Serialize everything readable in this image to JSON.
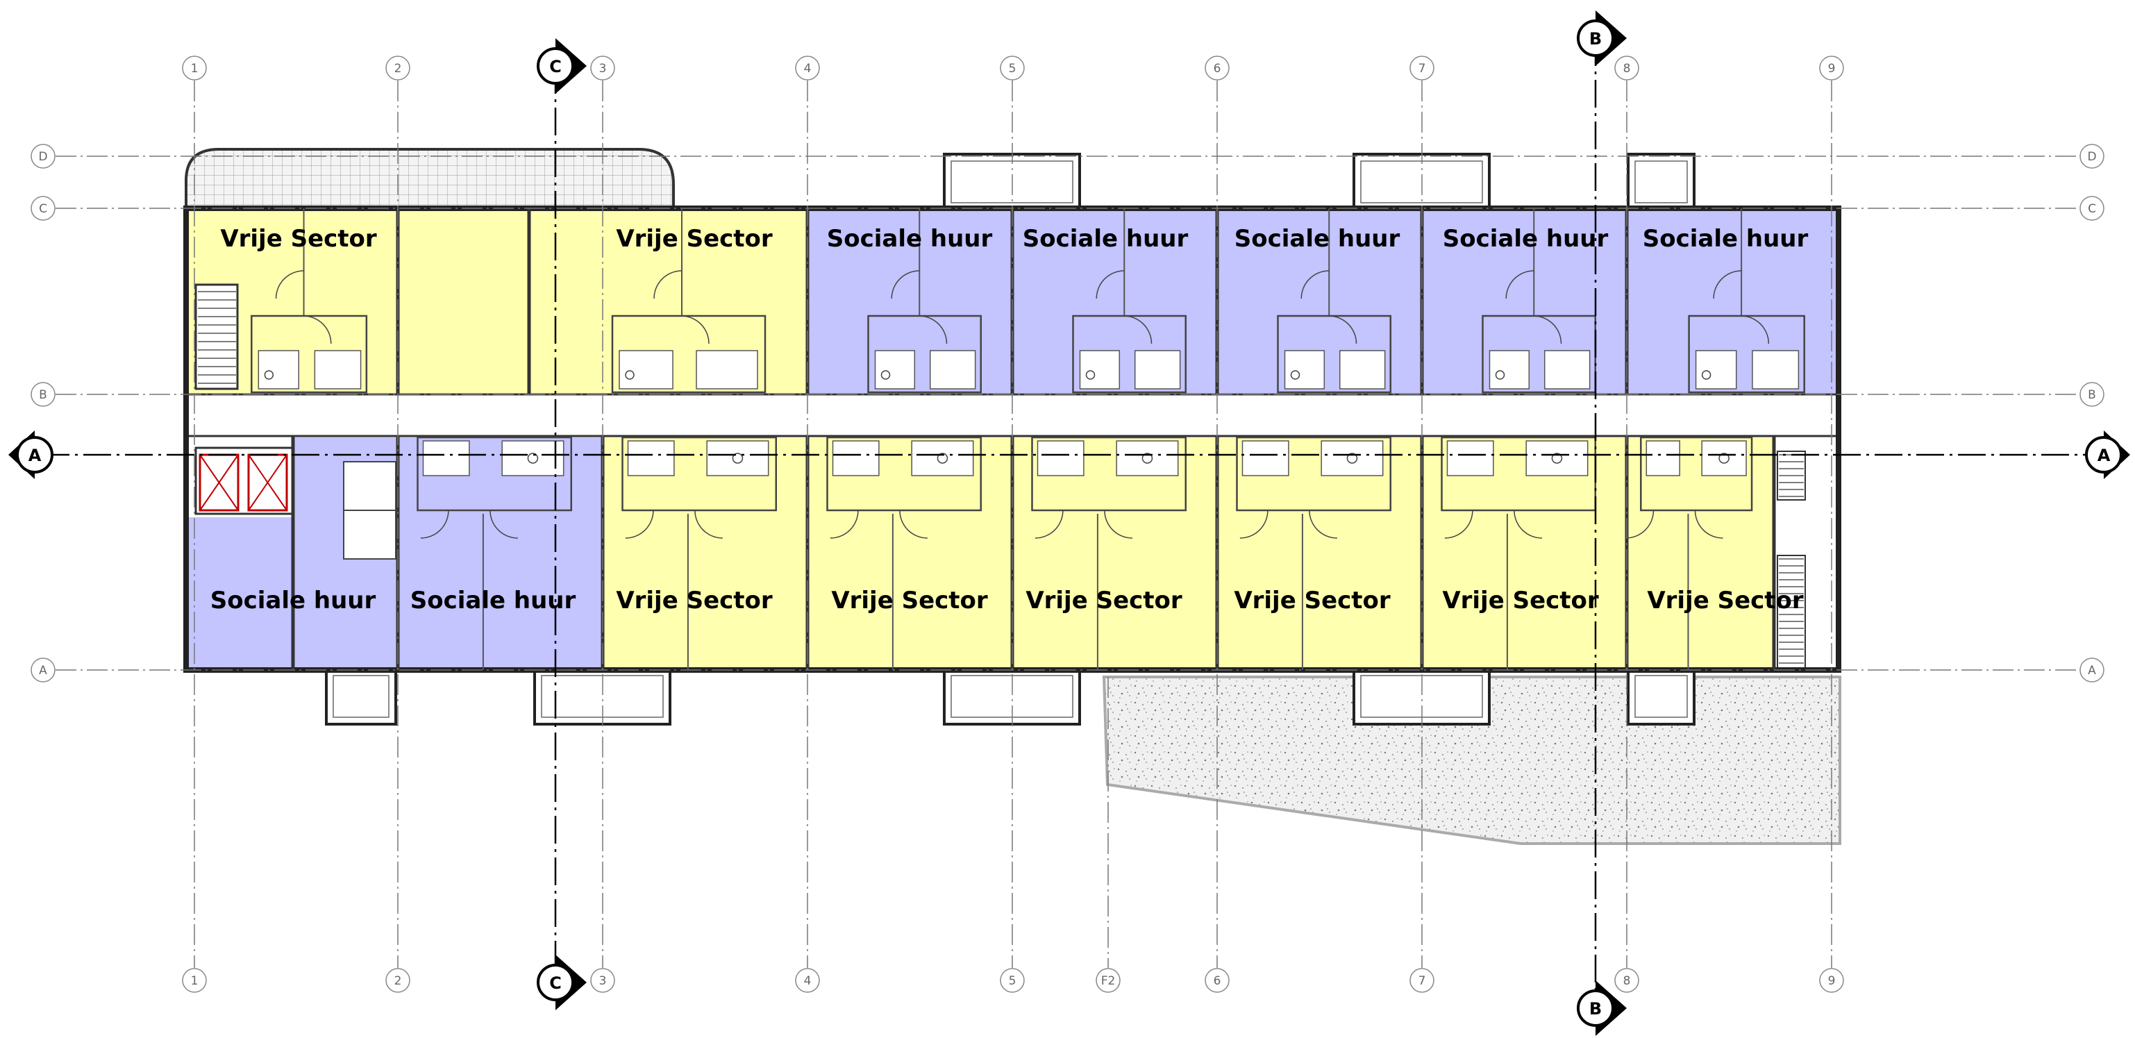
{
  "colors": {
    "vrije_sector": "#ffffb0",
    "sociale_huur": "#c4c4ff",
    "wall": "#333333",
    "grid": "#777777",
    "terrace": "#d9d9d9"
  },
  "grid": {
    "columns": [
      "1",
      "2",
      "3",
      "4",
      "5",
      "F2",
      "6",
      "7",
      "8",
      "9"
    ],
    "rows": [
      "D",
      "C",
      "B",
      "A"
    ]
  },
  "section_markers": {
    "A": "A",
    "B": "B",
    "C": "C"
  },
  "units": [
    {
      "label": "Vrije Sector",
      "type": "vrije_sector"
    },
    {
      "label": "Vrije Sector",
      "type": "vrije_sector"
    },
    {
      "label": "Sociale huur",
      "type": "sociale_huur"
    },
    {
      "label": "Sociale huur",
      "type": "sociale_huur"
    },
    {
      "label": "Sociale huur",
      "type": "sociale_huur"
    },
    {
      "label": "Sociale huur",
      "type": "sociale_huur"
    },
    {
      "label": "Sociale huur",
      "type": "sociale_huur"
    },
    {
      "label": "Sociale huur",
      "type": "sociale_huur"
    },
    {
      "label": "Vrije Sector",
      "type": "vrije_sector"
    },
    {
      "label": "Vrije Sector",
      "type": "vrije_sector"
    },
    {
      "label": "Vrije Sector",
      "type": "vrije_sector"
    },
    {
      "label": "Vrije Sector",
      "type": "vrije_sector"
    },
    {
      "label": "Vrije Sector",
      "type": "vrije_sector"
    },
    {
      "label": "Vrije Sector",
      "type": "vrije_sector"
    },
    {
      "label": "Sociale huur",
      "type": "sociale_huur"
    }
  ]
}
